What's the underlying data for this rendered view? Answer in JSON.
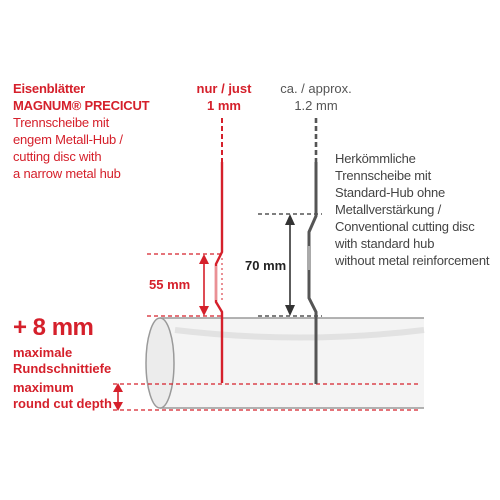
{
  "left_block": {
    "line1": "Eisenblätter",
    "line2": "MAGNUM® PRECICUT",
    "line3": "Trennscheibe mit",
    "line4": "engem Metall-Hub /",
    "line5": "cutting disc with",
    "line6": "a narrow metal hub"
  },
  "thin_disc": {
    "line1": "nur / just",
    "line2": "1 mm"
  },
  "conventional_thickness": {
    "line1": "ca. / approx.",
    "line2": "1.2 mm"
  },
  "conventional_block": {
    "line1": "Herkömmliche",
    "line2": "Trennscheibe mit",
    "line3": "Standard-Hub ohne",
    "line4": "Metallverstärkung /",
    "line5": "Conventional cutting disc",
    "line6": "with standard hub",
    "line7": "without metal reinforcement"
  },
  "dimensions": {
    "hub_red": "55 mm",
    "hub_gray": "70 mm"
  },
  "depth_gain": {
    "value": "+ 8 mm",
    "de_line1": "maximale",
    "de_line2": "Rundschnittiefe",
    "en_line1": "maximum",
    "en_line2": "round cut depth"
  },
  "colors": {
    "accent_red": "#d5202b",
    "gray": "#555555",
    "pipe_fill": "#f3f3f3",
    "pipe_stroke": "#9a9a9a"
  }
}
